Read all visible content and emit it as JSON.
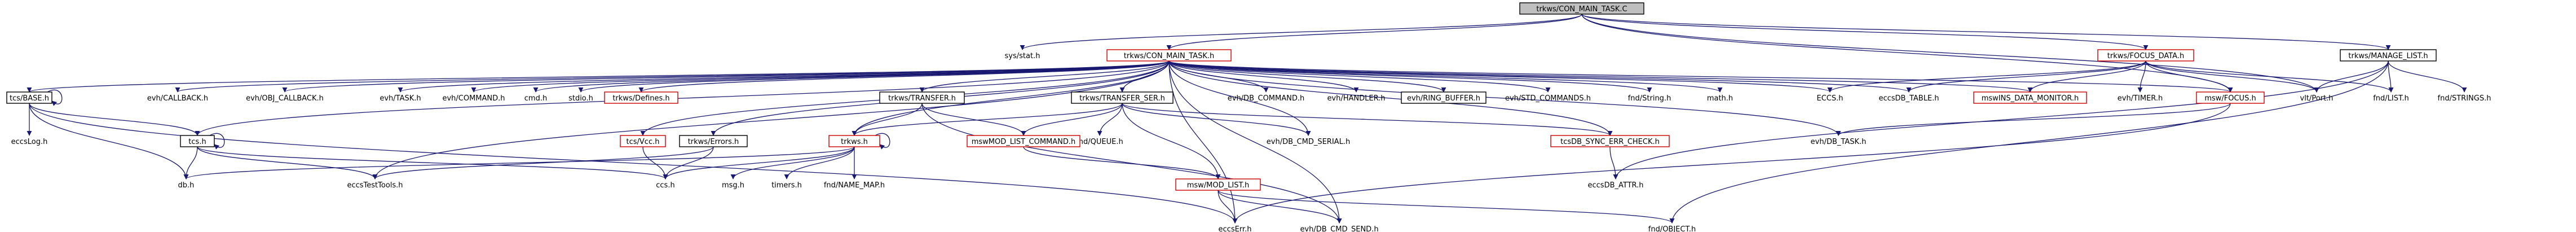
{
  "nodes": {
    "root": "trkws/CON_MAIN_TASK.C",
    "sysstat": "sys/stat.h",
    "con_main": "trkws/CON_MAIN_TASK.h",
    "focus_data": "trkws/FOCUS_DATA.h",
    "manage_list": "trkws/MANAGE_LIST.h",
    "tcs_base": "tcs/BASE.h",
    "ecs_log": "eccsLog.h",
    "evh_callback": "evh/CALLBACK.h",
    "evh_obj_callback": "evh/OBJ_CALLBACK.h",
    "evh_task": "evh/TASK.h",
    "evh_command": "evh/COMMAND.h",
    "cmd": "cmd.h",
    "stdio": "stdio.h",
    "trkws_defines": "trkws/Defines.h",
    "trkws_transfer": "trkws/TRANSFER.h",
    "trkws_transfer_ser": "trkws/TRANSFER_SER.h",
    "evh_db_command": "evh/DB_COMMAND.h",
    "evh_handler": "evh/HANDLER.h",
    "evh_ring_buffer": "evh/RING_BUFFER.h",
    "evh_std_commands": "evh/STD_COMMANDS.h",
    "fnd_string": "fnd/String.h",
    "math": "math.h",
    "eccs": "ECCS.h",
    "eccs_db_table": "eccsDB_TABLE.h",
    "mswins_data_monitor": "mswINS_DATA_MONITOR.h",
    "evh_timer": "evh/TIMER.h",
    "msw_focus": "msw/FOCUS.h",
    "vlt_port": "vlt/Port.h",
    "fnd_list": "fnd/LIST.h",
    "fnd_strings": "fnd/STRINGS.h",
    "tcs_h": "tcs.h",
    "tcs_vcc": "tcs/Vcc.h",
    "trkws_errors": "trkws/Errors.h",
    "trkws_h": "trkws.h",
    "fnd_queue": "fnd/QUEUE.h",
    "evh_db_cmd_serial": "evh/DB_CMD_SERIAL.h",
    "tcsdb_sync_err_check": "tcsDB_SYNC_ERR_CHECK.h",
    "evh_db_task": "evh/DB_TASK.h",
    "mswmod_list_command": "mswMOD_LIST_COMMAND.h",
    "db": "db.h",
    "eccs_test_tools": "eccsTestTools.h",
    "msg": "msg.h",
    "timers": "timers.h",
    "fnd_name_map": "fnd/NAME_MAP.h",
    "ccs": "ccs.h",
    "eccsdb_attr": "eccsDB_ATTR.h",
    "msw_mod_list": "msw/MOD_LIST.h",
    "fnd_object": "fnd/OBJECT.h",
    "eccs_err": "eccsErr.h",
    "evh_db_cmd_send": "evh/DB_CMD_SEND.h"
  },
  "colors": {
    "edge": "#191970",
    "include_loop": "#cc0000",
    "root_fill": "#bfbfbf",
    "red_border": "#cc0000"
  }
}
